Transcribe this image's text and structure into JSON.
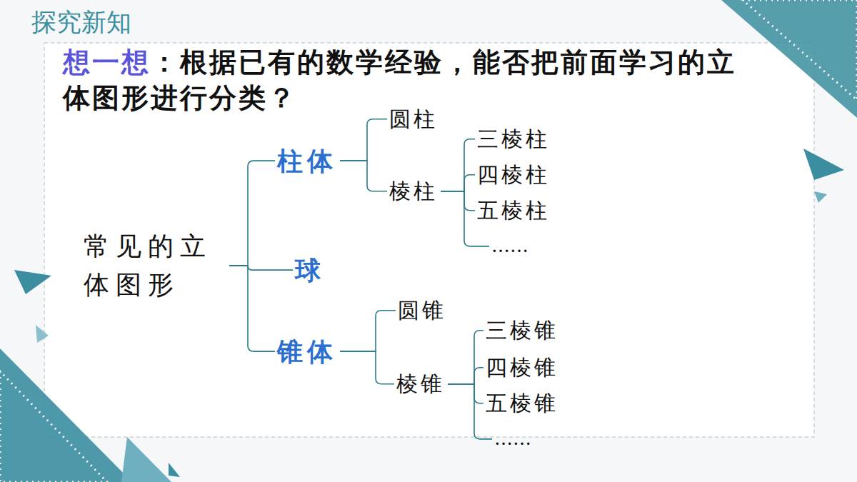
{
  "diagram": {
    "title": "探究新知",
    "nodes": [
      {
        "text": [
          "常见的立 体图形"
        ]
      },
      {
        "text": [
          "柱体"
        ]
      },
      {
        "text": [
          "圆柱"
        ]
      },
      {
        "text": [
          "棱柱"
        ]
      },
      {
        "text": [
          "三棱柱"
        ]
      },
      {
        "text": [
          "四棱柱"
        ]
      },
      {
        "text": [
          "五棱柱"
        ]
      },
      {
        "text": [
          "……"
        ]
      },
      {
        "text": [
          "球"
        ]
      },
      {
        "text": [
          "锥体"
        ]
      },
      {
        "text": [
          "圆锥"
        ]
      },
      {
        "text": [
          "棱锥"
        ]
      },
      {
        "text": [
          "三棱锥"
        ]
      },
      {
        "text": [
          "四棱锥"
        ]
      },
      {
        "text": [
          "五棱锥"
        ]
      },
      {
        "text": [
          "……"
        ]
      }
    ],
    "edges": [
      {
        "from": 0,
        "to": 1,
        "arrow": "none"
      },
      {
        "from": 0,
        "to": 8,
        "arrow": "none"
      },
      {
        "from": 0,
        "to": 9,
        "arrow": "none"
      },
      {
        "from": 1,
        "to": 2,
        "arrow": "none"
      },
      {
        "from": 1,
        "to": 3,
        "arrow": "none"
      },
      {
        "from": 3,
        "to": 4,
        "arrow": "none"
      },
      {
        "from": 3,
        "to": 5,
        "arrow": "none"
      },
      {
        "from": 3,
        "to": 6,
        "arrow": "none"
      },
      {
        "from": 3,
        "to": 7,
        "arrow": "none"
      },
      {
        "from": 9,
        "to": 10,
        "arrow": "none"
      },
      {
        "from": 9,
        "to": 11,
        "arrow": "none"
      },
      {
        "from": 11,
        "to": 12,
        "arrow": "none"
      },
      {
        "from": 11,
        "to": 13,
        "arrow": "none"
      },
      {
        "from": 11,
        "to": 14,
        "arrow": "none"
      },
      {
        "from": 11,
        "to": 15,
        "arrow": "none"
      }
    ],
    "labels": [
      "想一想",
      "：根据已有的数学经验，能否把前面学习的立体图形进行分类？"
    ]
  }
}
